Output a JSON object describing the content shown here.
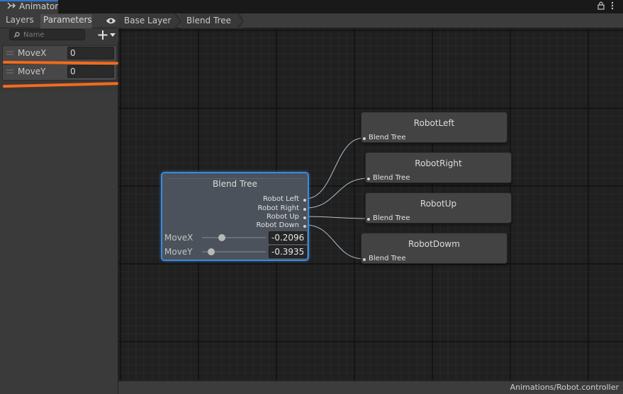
{
  "window": {
    "tab_label": "Animator",
    "tab_icon": "animator-icon",
    "accent_color": "#2f75d0"
  },
  "left_panel": {
    "tabs": [
      {
        "label": "Layers",
        "active": false
      },
      {
        "label": "Parameters",
        "active": true
      }
    ],
    "visibility_icon": "eye-icon",
    "search": {
      "placeholder": "Name",
      "value": "",
      "icon": "search-icon"
    },
    "add_button_icon": "plus-dropdown-icon",
    "parameters": [
      {
        "name": "MoveX",
        "value": "0"
      },
      {
        "name": "MoveY",
        "value": "0"
      }
    ],
    "annotation_color": "#f26b1d"
  },
  "breadcrumb": [
    "Base Layer",
    "Blend Tree"
  ],
  "graph": {
    "blend_tree": {
      "title": "Blend Tree",
      "outputs": [
        "Robot Left",
        "Robot Right",
        "Robot Up",
        "Robot Down"
      ],
      "params": [
        {
          "name": "MoveX",
          "value": "-0.2096"
        },
        {
          "name": "MoveY",
          "value": "-0.3935"
        }
      ],
      "selection_color": "#3b8ad8"
    },
    "motions": [
      {
        "title": "RobotLeft",
        "port": "Blend Tree"
      },
      {
        "title": "RobotRight",
        "port": "Blend Tree"
      },
      {
        "title": "RobotUp",
        "port": "Blend Tree"
      },
      {
        "title": "RobotDowm",
        "port": "Blend Tree"
      }
    ]
  },
  "status": {
    "asset_path": "Animations/Robot.controller"
  }
}
